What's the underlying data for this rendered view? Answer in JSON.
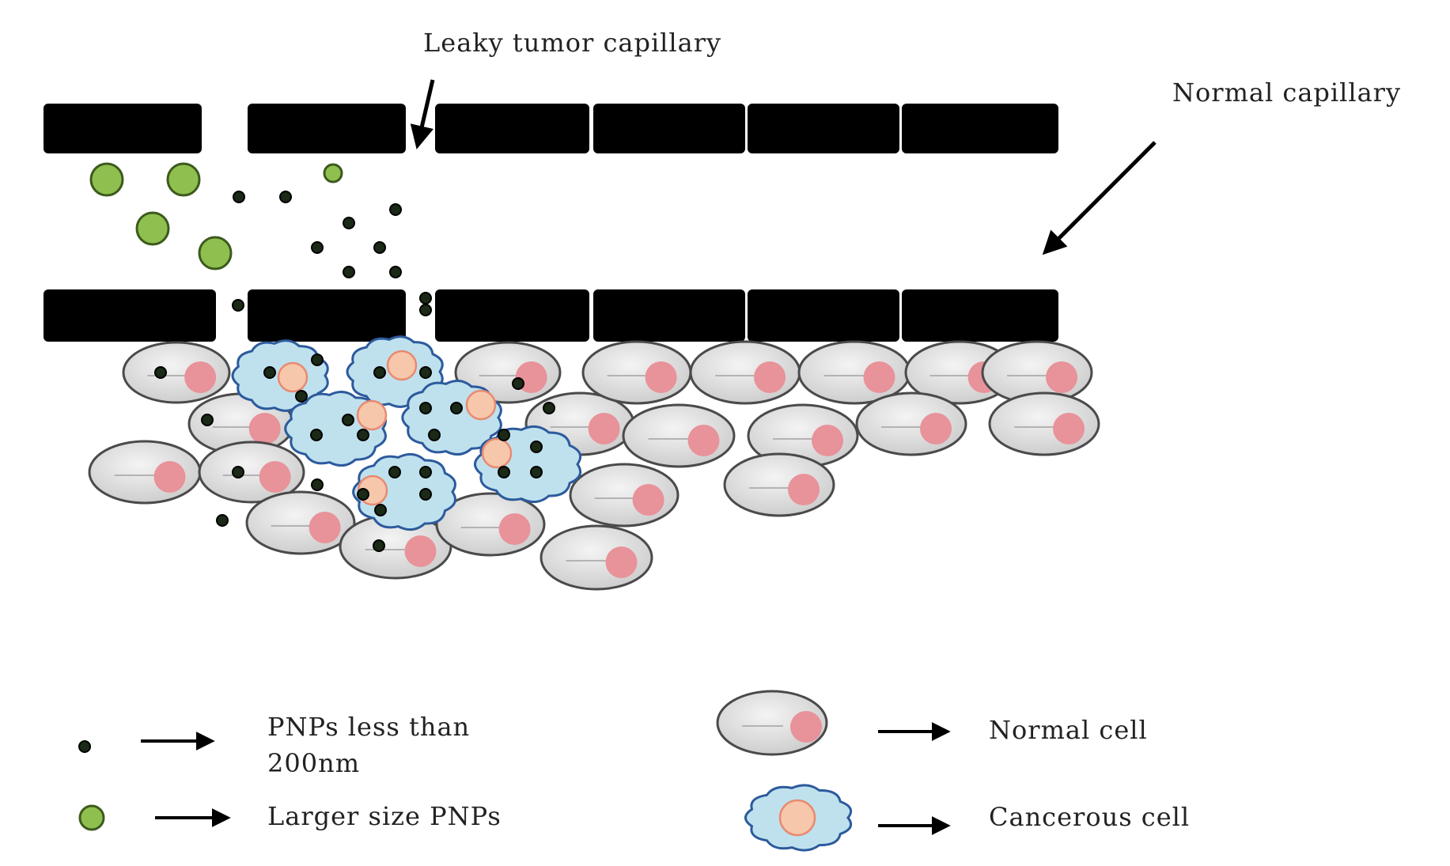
{
  "diagram": {
    "labels": {
      "leaky_capillary": "Leaky tumor capillary",
      "normal_capillary": "Normal capillary"
    },
    "legend": {
      "small_pnp_line1": "PNPs less than",
      "small_pnp_line2": "200nm",
      "large_pnp": "Larger size PNPs",
      "normal_cell": "Normal cell",
      "cancerous_cell": "Cancerous cell"
    },
    "colors": {
      "vessel_wall": "#000000",
      "normal_cell_fill": "#dcdcdc",
      "normal_cell_nucleus": "#e8929a",
      "cancer_cell_fill": "#bfe1ee",
      "cancer_cell_border": "#2c5a9c",
      "cancer_cell_nucleus": "#f7c7ac",
      "small_pnp": "#1a2a16",
      "large_pnp": "#8fc04f"
    }
  }
}
